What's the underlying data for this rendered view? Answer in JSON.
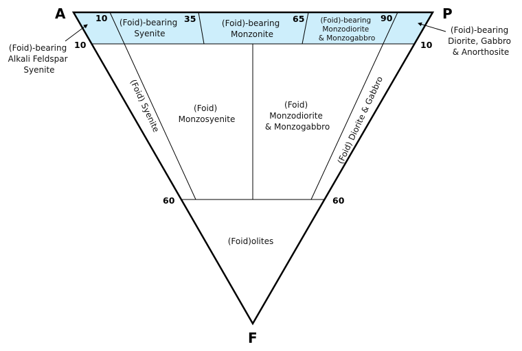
{
  "vertices": {
    "A": "A",
    "P": "P",
    "F": "F"
  },
  "ticks": {
    "top_10": "10",
    "top_35": "35",
    "top_65": "65",
    "top_90": "90",
    "left_10": "10",
    "right_10": "10",
    "left_60": "60",
    "right_60": "60"
  },
  "fields": {
    "foid_bearing_syenite": [
      "(Foid)-bearing",
      "Syenite"
    ],
    "foid_bearing_monzonite": [
      "(Foid)-bearing",
      "Monzonite"
    ],
    "foid_bearing_monzodiorite": [
      "(Foid)-bearing",
      "Monzodiorite",
      "& Monzogabbro"
    ],
    "foid_syenite": "(Foid) Syenite",
    "foid_monzosyenite": [
      "(Foid)",
      "Monzosyenite"
    ],
    "foid_monzodiorite": [
      "(Foid)",
      "Monzodiorite",
      "& Monzogabbro"
    ],
    "foid_diorite_gabbro": "(Foid) Diorite & Gabbro",
    "foidolites": "(Foid)olites"
  },
  "callouts": {
    "left": [
      "(Foid)-bearing",
      "Alkali Feldspar",
      "Syenite"
    ],
    "right": [
      "(Foid)-bearing",
      "Diorite, Gabbro",
      "& Anorthosite"
    ]
  },
  "colors": {
    "band_fill": "#cdeefb",
    "line": "#000000"
  }
}
